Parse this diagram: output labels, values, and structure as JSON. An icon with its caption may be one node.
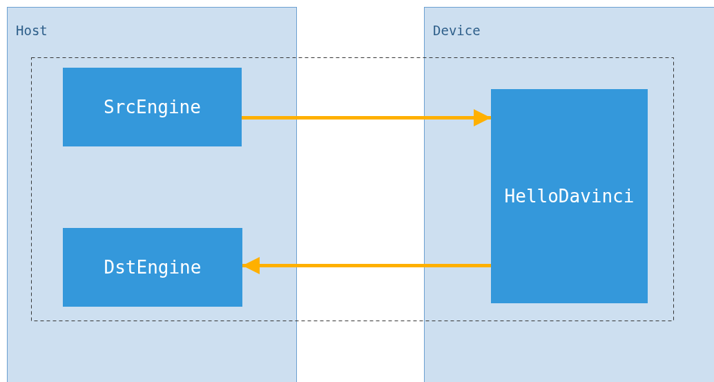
{
  "diagram": {
    "nodes": [
      {
        "text": [
          "Host"
        ]
      },
      {
        "text": [
          "Device"
        ]
      },
      {
        "text": [
          "SrcEngine"
        ],
        "in": 0
      },
      {
        "text": [
          "DstEngine"
        ],
        "in": 0
      },
      {
        "text": [
          "HelloDavinci"
        ],
        "in": 1
      }
    ],
    "edges": [
      {
        "from": 2,
        "to": 4,
        "arrow": "to"
      },
      {
        "from": 4,
        "to": 3,
        "arrow": "to"
      }
    ]
  }
}
